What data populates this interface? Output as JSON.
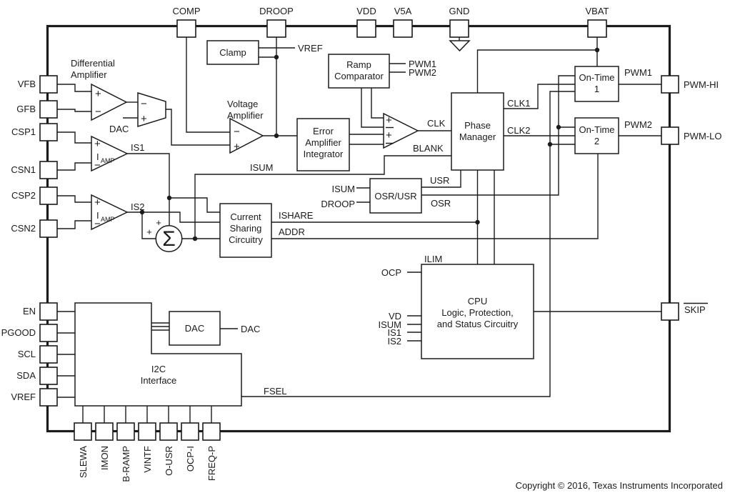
{
  "copyright": "Copyright © 2016, Texas Instruments Incorporated",
  "pins": {
    "top": [
      {
        "label": "COMP"
      },
      {
        "label": "DROOP"
      },
      {
        "label": "VDD"
      },
      {
        "label": "V5A"
      },
      {
        "label": "GND"
      },
      {
        "label": "VBAT"
      }
    ],
    "left": [
      {
        "label": "VFB"
      },
      {
        "label": "GFB"
      },
      {
        "label": "CSP1"
      },
      {
        "label": "CSN1"
      },
      {
        "label": "CSP2"
      },
      {
        "label": "CSN2"
      },
      {
        "label": "EN"
      },
      {
        "label": "PGOOD"
      },
      {
        "label": "SCL"
      },
      {
        "label": "SDA"
      },
      {
        "label": "VREF"
      }
    ],
    "right": [
      {
        "label": "PWM-HI"
      },
      {
        "label": "PWM-LO"
      },
      {
        "label": "SKIP"
      }
    ],
    "bottom": [
      {
        "label": "SLEWA"
      },
      {
        "label": "IMON"
      },
      {
        "label": "B-RAMP"
      },
      {
        "label": "VINTF"
      },
      {
        "label": "O-USR"
      },
      {
        "label": "OCP-I"
      },
      {
        "label": "FREQ-P"
      }
    ]
  },
  "blocks": {
    "differential_amplifier": {
      "line1": "Differential",
      "line2": "Amplifier"
    },
    "clamp": {
      "line1": "Clamp"
    },
    "ramp_comparator": {
      "line1": "Ramp",
      "line2": "Comparator"
    },
    "voltage_amplifier": {
      "line1": "Voltage",
      "line2": "Amplifier"
    },
    "error_amplifier_integrator": {
      "line1": "Error",
      "line2": "Amplifier",
      "line3": "Integrator"
    },
    "phase_manager": {
      "line1": "Phase",
      "line2": "Manager"
    },
    "on_time_1": {
      "line1": "On-Time",
      "line2": "1"
    },
    "on_time_2": {
      "line1": "On-Time",
      "line2": "2"
    },
    "osr_usr": {
      "line1": "OSR/USR"
    },
    "current_sharing_circuitry": {
      "line1": "Current",
      "line2": "Sharing",
      "line3": "Circuitry"
    },
    "cpu": {
      "line1": "CPU",
      "line2": "Logic, Protection,",
      "line3": "and Status Circuitry"
    },
    "i2c_interface": {
      "line1": "I2C",
      "line2": "Interface"
    },
    "dac": {
      "line1": "DAC"
    }
  },
  "signals": {
    "vref": "VREF",
    "pwm1": "PWM1",
    "pwm2": "PWM2",
    "clk": "CLK",
    "blank": "BLANK",
    "clk1": "CLK1",
    "clk2": "CLK2",
    "isum": "ISUM",
    "droop": "DROOP",
    "usr": "USR",
    "osr": "OSR",
    "ishare": "ISHARE",
    "addr": "ADDR",
    "is1": "IS1",
    "is2": "IS2",
    "dac": "DAC",
    "fsel": "FSEL",
    "ilim": "ILIM",
    "ocp": "OCP",
    "vd": "VD"
  },
  "glyphs": {
    "plus": "+",
    "minus": "−",
    "sigma": "Σ",
    "iamp_i": "I",
    "iamp_sub": "AMP"
  }
}
